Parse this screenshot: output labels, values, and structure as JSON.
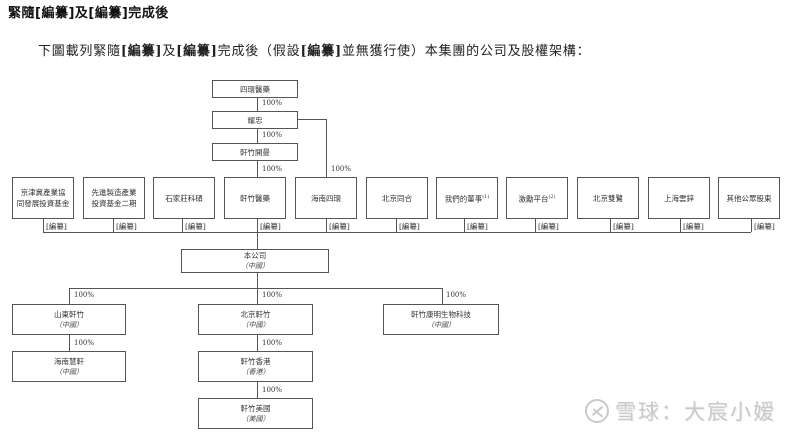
{
  "heading": "緊隨[編纂]及[編纂]完成後",
  "intro": {
    "part1": "下圖載列緊隨",
    "redacted": "[編纂]",
    "part2": "及",
    "part3": "完成後（假設",
    "part4": "並無獲行使）本集團的公司及股權架構："
  },
  "chain": {
    "top": "四環醫藥",
    "mid": "耀忠",
    "holdco": "軒竹開曼",
    "pct_top_mid": "100%",
    "pct_mid_holdco": "100%",
    "pct_holdco_pharma": "100%",
    "pct_mid_hainan": "100%"
  },
  "shareholders": [
    {
      "name": "京津冀產業協同發展投資基金",
      "line1": "京津冀產業協",
      "line2": "同發展投資基金",
      "stake": "[編纂]"
    },
    {
      "name": "先進製造產業投資基金二期",
      "line1": "先進製造產業",
      "line2": "投資基金二期",
      "stake": "[編纂]"
    },
    {
      "name": "石家莊科碩",
      "line1": "石家莊科碩",
      "line2": "",
      "stake": "[編纂]"
    },
    {
      "name": "軒竹醫藥",
      "line1": "軒竹醫藥",
      "line2": "",
      "stake": "[編纂]"
    },
    {
      "name": "海南四環",
      "line1": "海南四環",
      "line2": "",
      "stake": "[編纂]"
    },
    {
      "name": "北京同合",
      "line1": "北京同合",
      "line2": "",
      "stake": "[編纂]"
    },
    {
      "name": "我們的董事",
      "line1": "我們的董事",
      "note": "(1)",
      "line2": "",
      "stake": "[編纂]"
    },
    {
      "name": "激勵平台",
      "line1": "激勵平台",
      "note": "(2)",
      "line2": "",
      "stake": "[編纂]"
    },
    {
      "name": "北京雙鷺",
      "line1": "北京雙鷺",
      "line2": "",
      "stake": "[編纂]"
    },
    {
      "name": "上海雲鋅",
      "line1": "上海雲鋅",
      "line2": "",
      "stake": "[編纂]"
    },
    {
      "name": "其他公眾股東",
      "line1": "其他公眾股東",
      "line2": "",
      "stake": "[編纂]"
    }
  ],
  "company": {
    "name": "本公司",
    "jurisdiction": "（中國）"
  },
  "subsidiaries": [
    {
      "name": "山東軒竹",
      "jurisdiction": "（中國）",
      "pct": "100%"
    },
    {
      "name": "北京軒竹",
      "jurisdiction": "（中國）",
      "pct": "100%"
    },
    {
      "name": "軒竹康明生物科技",
      "jurisdiction": "（中國）",
      "pct": "100%"
    }
  ],
  "sub_subsidiaries": [
    {
      "name": "海南慧軒",
      "jurisdiction": "（中國）",
      "pct": "100%"
    },
    {
      "name": "軒竹香港",
      "jurisdiction": "（香港）",
      "pct": "100%"
    },
    {
      "name": "軒竹美國",
      "jurisdiction": "（美國）",
      "pct": "100%"
    }
  ],
  "watermark": "雪球：大宸小嫒"
}
